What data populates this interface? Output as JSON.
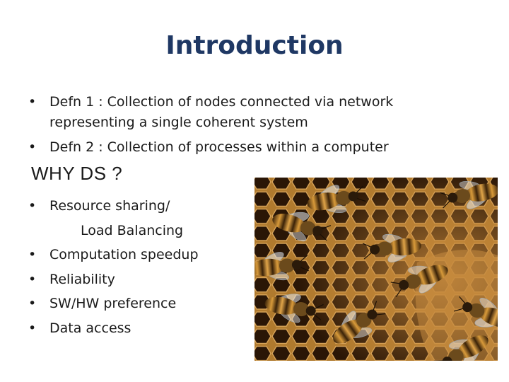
{
  "slide": {
    "title": "Introduction",
    "definitions": [
      "Defn 1 : Collection of nodes connected via network representing a single coherent system",
      "Defn 2 : Collection of processes within a computer"
    ],
    "subheading": "WHY DS ?",
    "reasons": [
      {
        "line1": "Resource sharing/",
        "line2": "Load Balancing"
      },
      {
        "line1": "Computation speedup"
      },
      {
        "line1": "Reliability"
      },
      {
        "line1": "SW/HW preference"
      },
      {
        "line1": "Data access"
      }
    ]
  },
  "image": {
    "subject": "bees-on-honeycomb"
  }
}
